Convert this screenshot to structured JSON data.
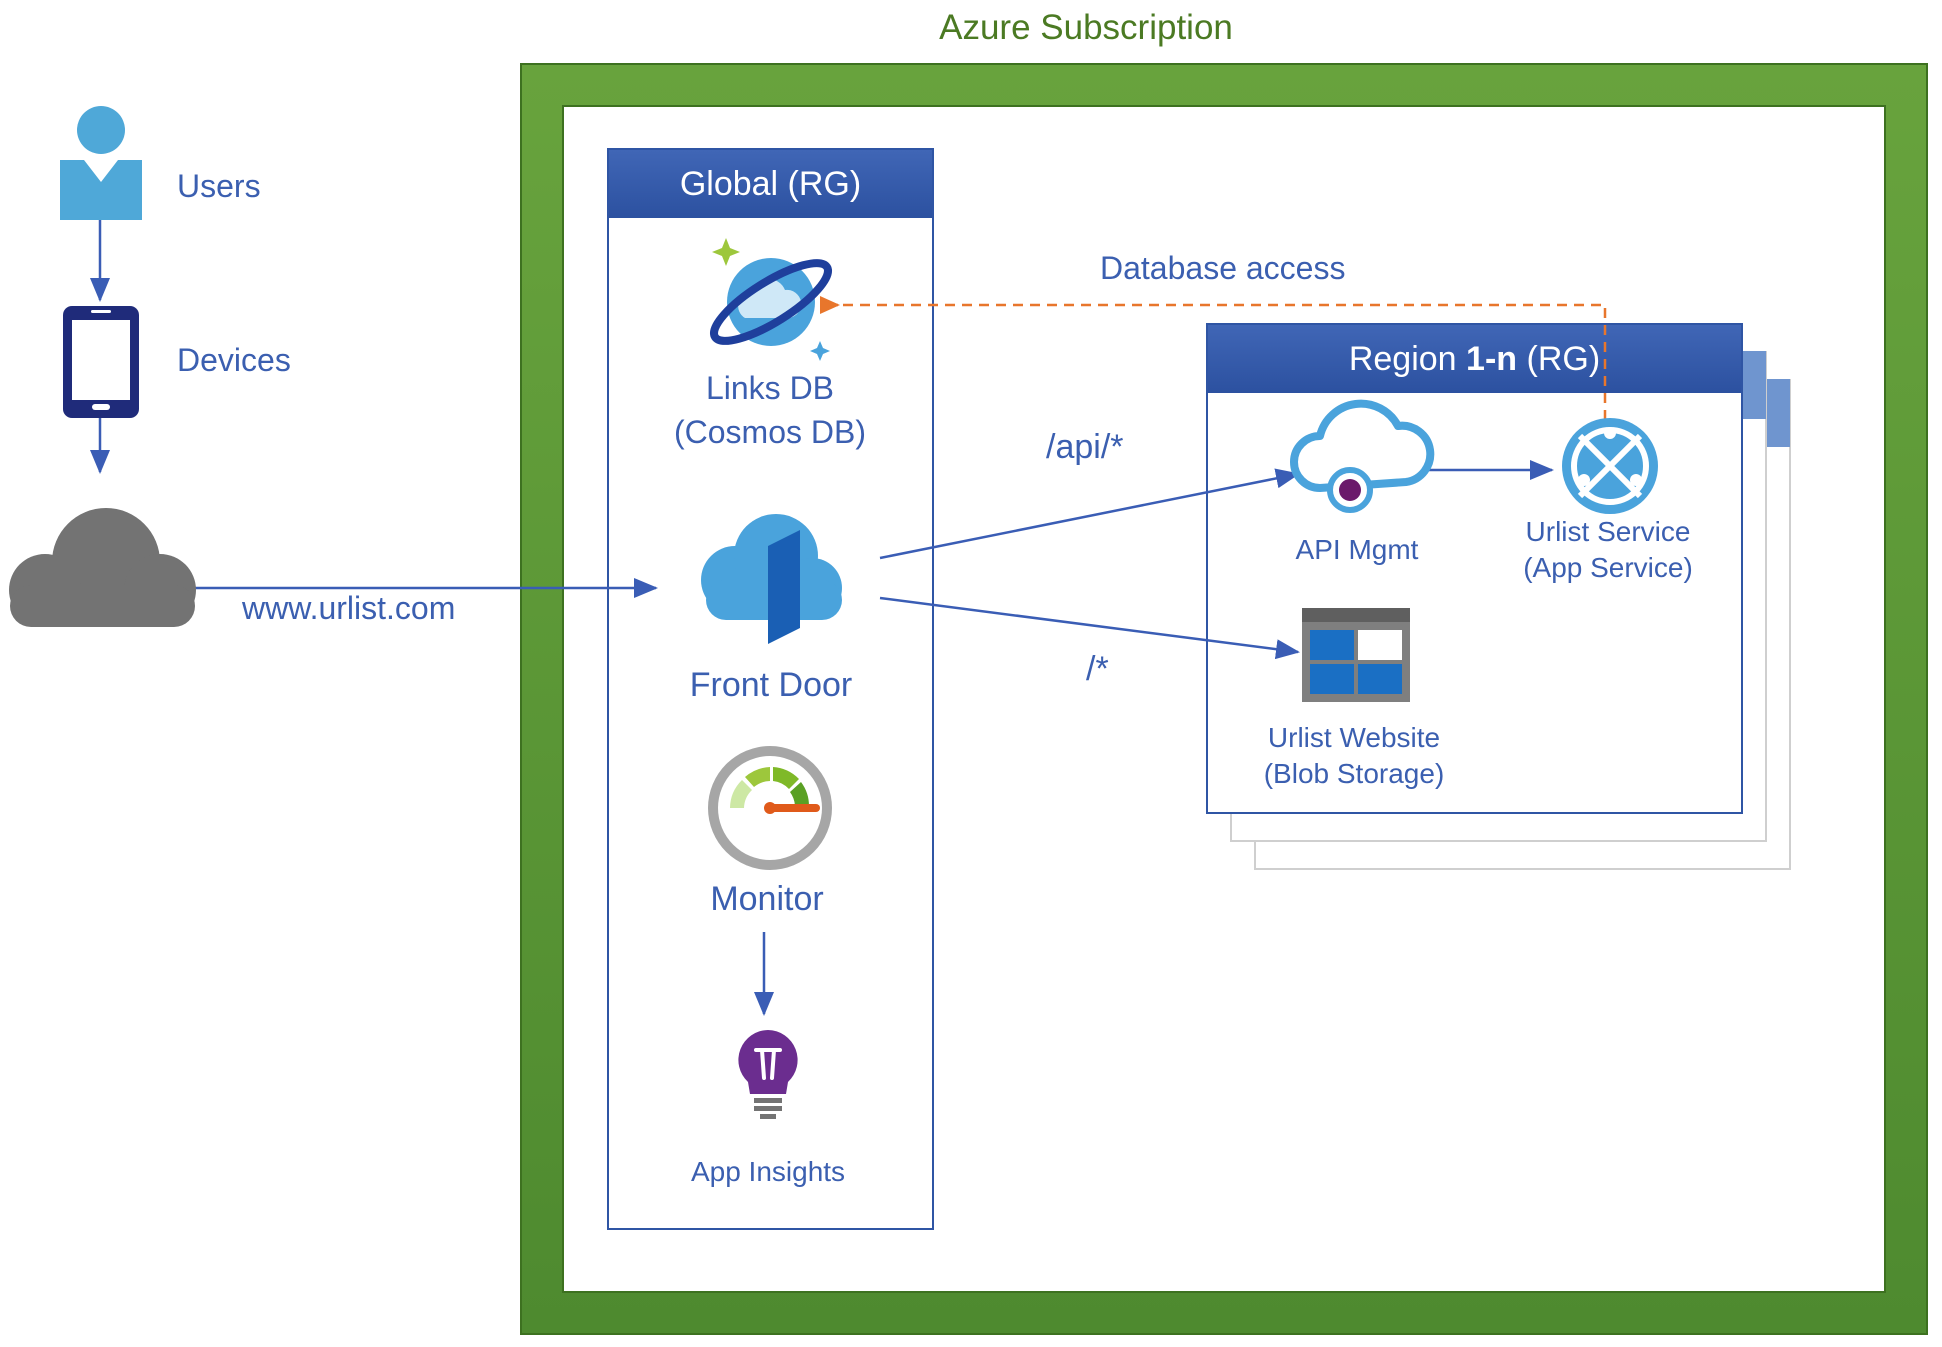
{
  "subscription_title": "Azure Subscription",
  "global_rg": {
    "title": "Global (RG)"
  },
  "region_rg": {
    "title_prefix": "Region ",
    "title_bold": "1-n",
    "title_suffix": " (RG)"
  },
  "left": {
    "users": "Users",
    "devices": "Devices",
    "url": "www.urlist.com"
  },
  "nodes": {
    "links_db_line1": "Links DB",
    "links_db_line2": "(Cosmos DB)",
    "front_door": "Front Door",
    "monitor": "Monitor",
    "app_insights": "App Insights",
    "api_mgmt": "API Mgmt",
    "urlist_service_line1": "Urlist Service",
    "urlist_service_line2": "(App Service)",
    "urlist_website_line1": "Urlist Website",
    "urlist_website_line2": "(Blob Storage)"
  },
  "edges": {
    "database_access": "Database access",
    "api_route": "/api/*",
    "root_route": "/*"
  },
  "colors": {
    "accent_blue": "#3b5fb0",
    "green": "#5b9a35",
    "orange_dash": "#e8762c",
    "cloud_gray": "#737373",
    "icon_blue": "#4aa3dc",
    "insights_purple": "#6b2d8f"
  }
}
